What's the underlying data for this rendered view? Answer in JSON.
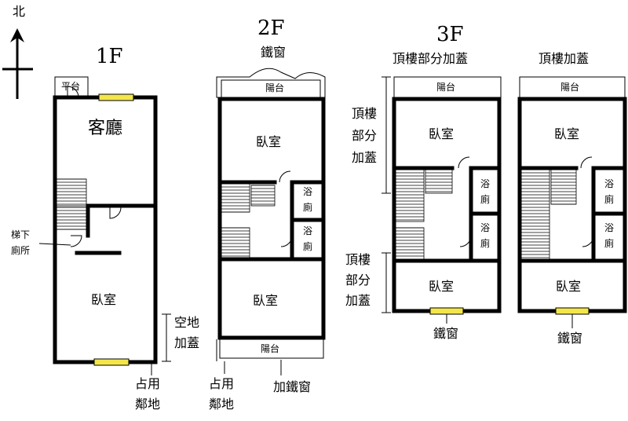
{
  "compass": {
    "north_label": "北"
  },
  "floors": {
    "f1": {
      "title": "1F",
      "terrace": "平台",
      "living_room": "客廳",
      "bedroom": "臥室",
      "under_stairs_toilet": "梯下\n廁所",
      "empty_land_addition": "空地\n加蓋",
      "occupied_neighbor": "占用\n鄰地"
    },
    "f2": {
      "title": "2F",
      "iron_window_top": "鐵窗",
      "balcony_top": "陽台",
      "bedroom_top": "臥室",
      "bathroom_1": "浴\n廁",
      "bathroom_2": "浴\n廁",
      "bedroom_bottom": "臥室",
      "balcony_bottom": "陽台",
      "occupied_neighbor": "占用\n鄰地",
      "added_iron_window": "加鐵窗"
    },
    "f3": {
      "title": "3F",
      "rooftop_partial_addition": "頂樓部分加蓋",
      "balcony_top": "陽台",
      "side_note_top": "頂樓\n部分\n加蓋",
      "bedroom_top": "臥室",
      "bathroom_1": "浴\n廁",
      "bathroom_2": "浴\n廁",
      "side_note_bottom": "頂樓\n部分\n加蓋",
      "bedroom_bottom": "臥室",
      "iron_window_bottom": "鐵窗"
    },
    "f4": {
      "title": "頂樓加蓋",
      "balcony_top": "陽台",
      "bedroom_top": "臥室",
      "bathroom_1": "浴\n廁",
      "bathroom_2": "浴\n廁",
      "bedroom_bottom": "臥室",
      "iron_window_bottom": "鐵窗"
    }
  },
  "colors": {
    "window": "#f4e64a",
    "wall": "#000000"
  }
}
